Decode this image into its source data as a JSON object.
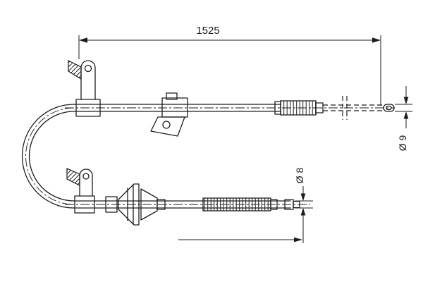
{
  "labels": {
    "length": "1525",
    "top_diameter": "Ø 9",
    "bottom_diameter": "Ø 8"
  },
  "colors": {
    "ink": "#1c1c1c",
    "bg": "#ffffff"
  }
}
